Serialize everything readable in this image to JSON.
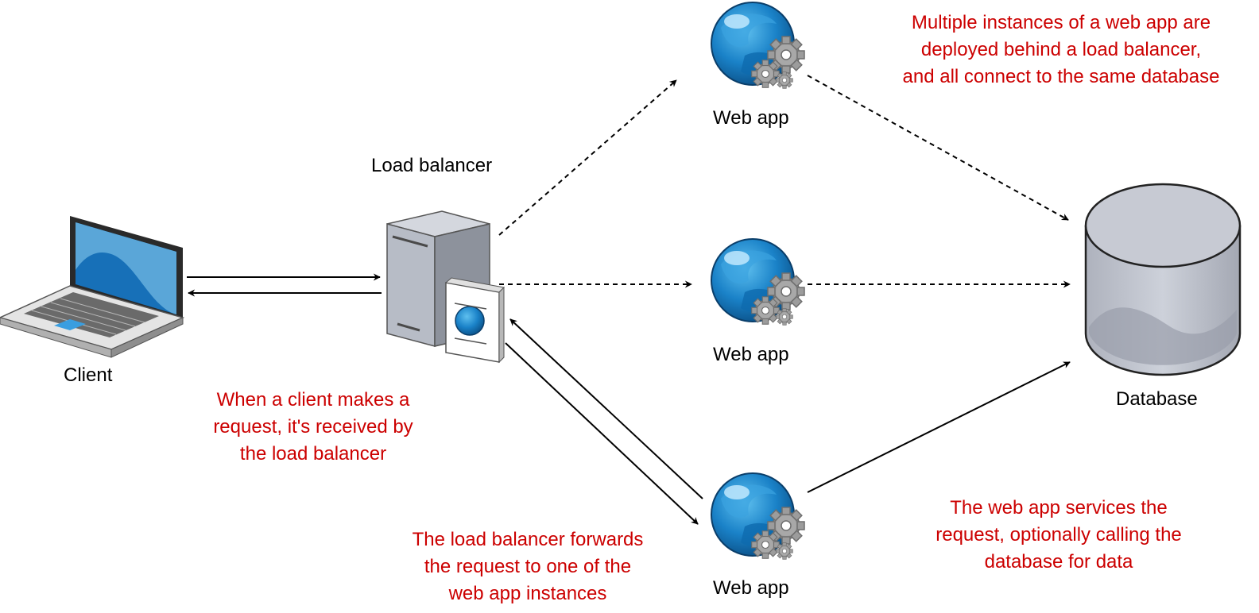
{
  "nodes": {
    "client": "Client",
    "load_balancer": "Load balancer",
    "web_app_top": "Web app",
    "web_app_middle": "Web app",
    "web_app_bottom": "Web app",
    "database": "Database"
  },
  "annotations": {
    "request": [
      "When a client makes a",
      "request, it's received by",
      "the load balancer"
    ],
    "forward": [
      "The load balancer forwards",
      "the request to one of the",
      "web app instances"
    ],
    "instances": [
      "Multiple instances of a web app are",
      "deployed behind a load balancer,",
      "and all connect to the same database"
    ],
    "service": [
      "The web app services the",
      "request, optionally calling the",
      "database for data"
    ]
  },
  "colors": {
    "annotation": "#cc0000",
    "globe": "#1a82c8",
    "gear": "#9a9a9a",
    "database": "#c0c4ce"
  },
  "icons": {
    "client": "laptop-icon",
    "load_balancer": "server-icon",
    "web_app": "globe-gears-icon",
    "database": "database-cylinder-icon"
  }
}
